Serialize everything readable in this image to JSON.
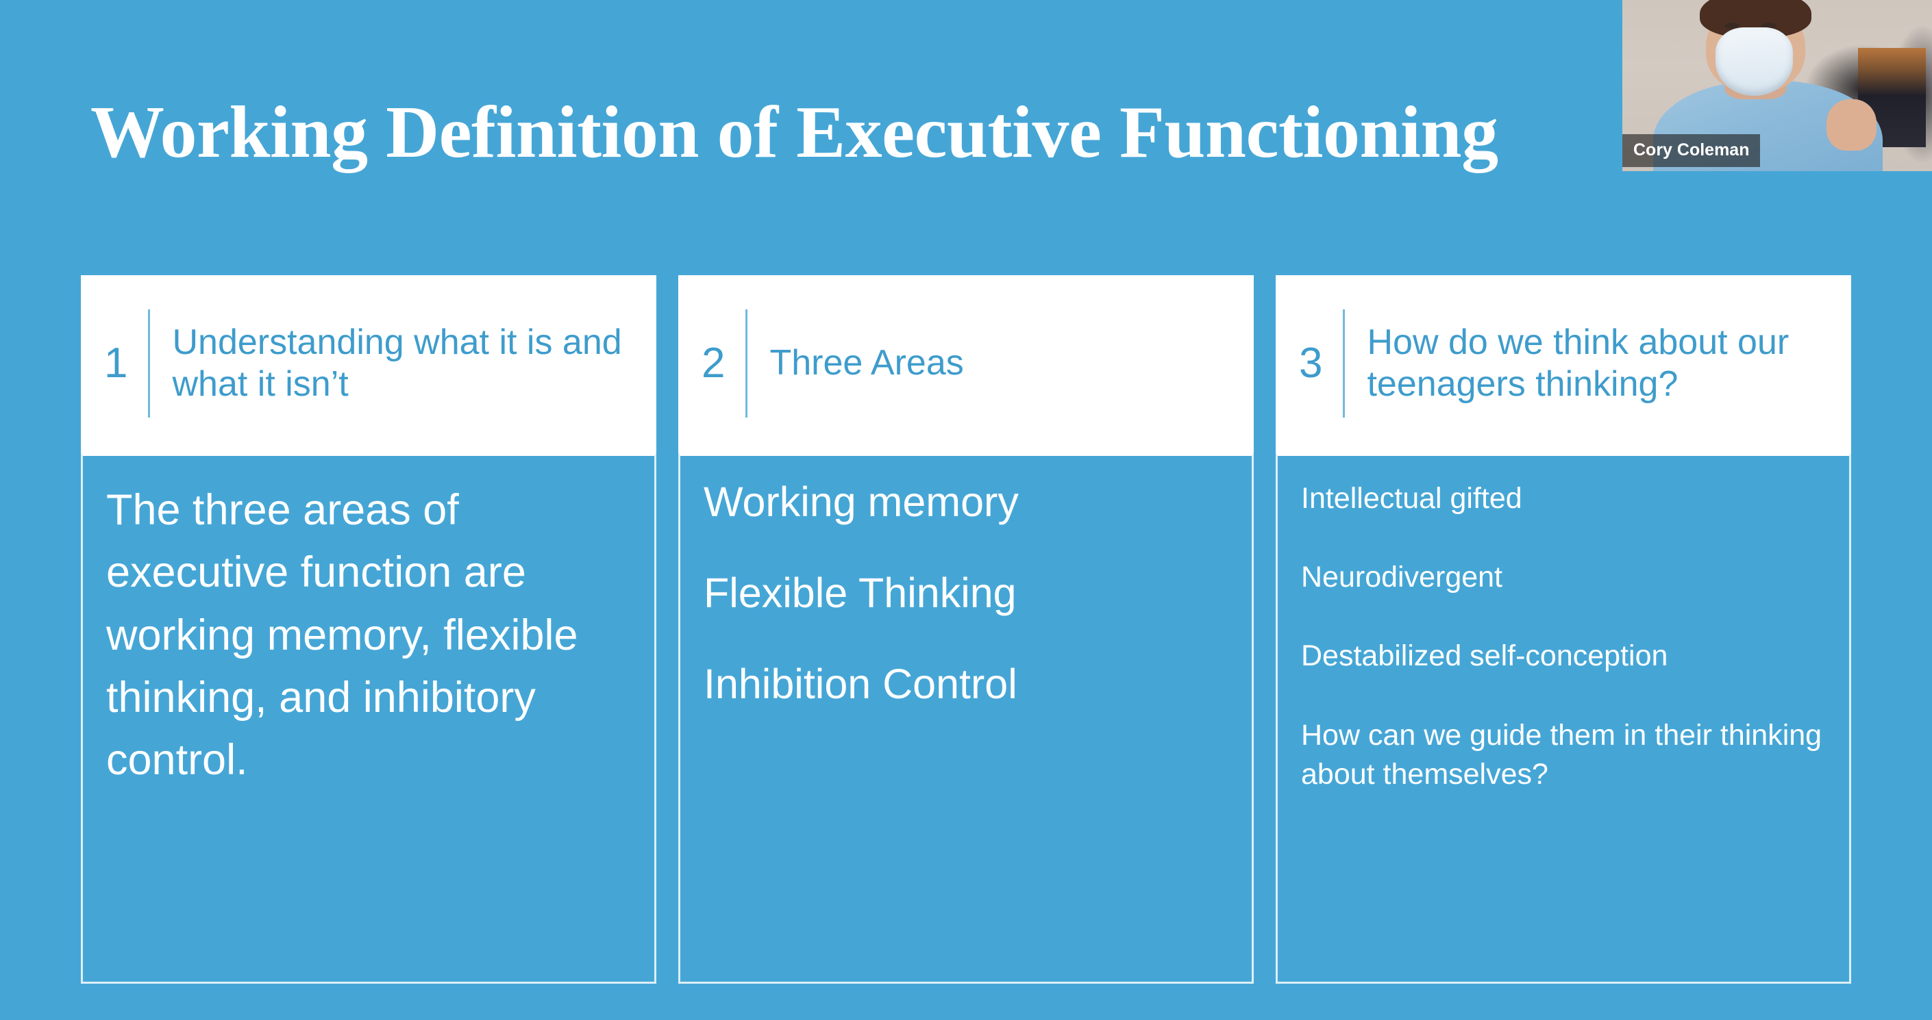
{
  "slide": {
    "background_color": "#45A6D6",
    "title": "Working Definition of Executive Functioning",
    "title_color": "#FFFFFF",
    "accent_color": "#3E9CCC",
    "panel_color": "#FFFFFF"
  },
  "cards": [
    {
      "number": "1",
      "heading": "Understanding what it is and what it isn’t",
      "body_kind": "paragraph",
      "paragraph": "The three areas of executive function are working memory, flexible thinking, and inhibitory control.",
      "items": []
    },
    {
      "number": "2",
      "heading": "Three Areas",
      "body_kind": "list-large",
      "paragraph": "",
      "items": [
        "Working memory",
        "Flexible Thinking",
        "Inhibition Control"
      ]
    },
    {
      "number": "3",
      "heading": "How do we think about our teenagers thinking?",
      "body_kind": "list-small",
      "paragraph": "",
      "items": [
        "Intellectual gifted",
        "Neurodivergent",
        "Destabilized self-conception",
        "How can we guide them in their thinking about themselves?"
      ]
    }
  ],
  "video": {
    "participant_name": "Cory Coleman",
    "label_background": "rgba(30,30,30,0.62)",
    "label_color": "#FFFFFF"
  }
}
